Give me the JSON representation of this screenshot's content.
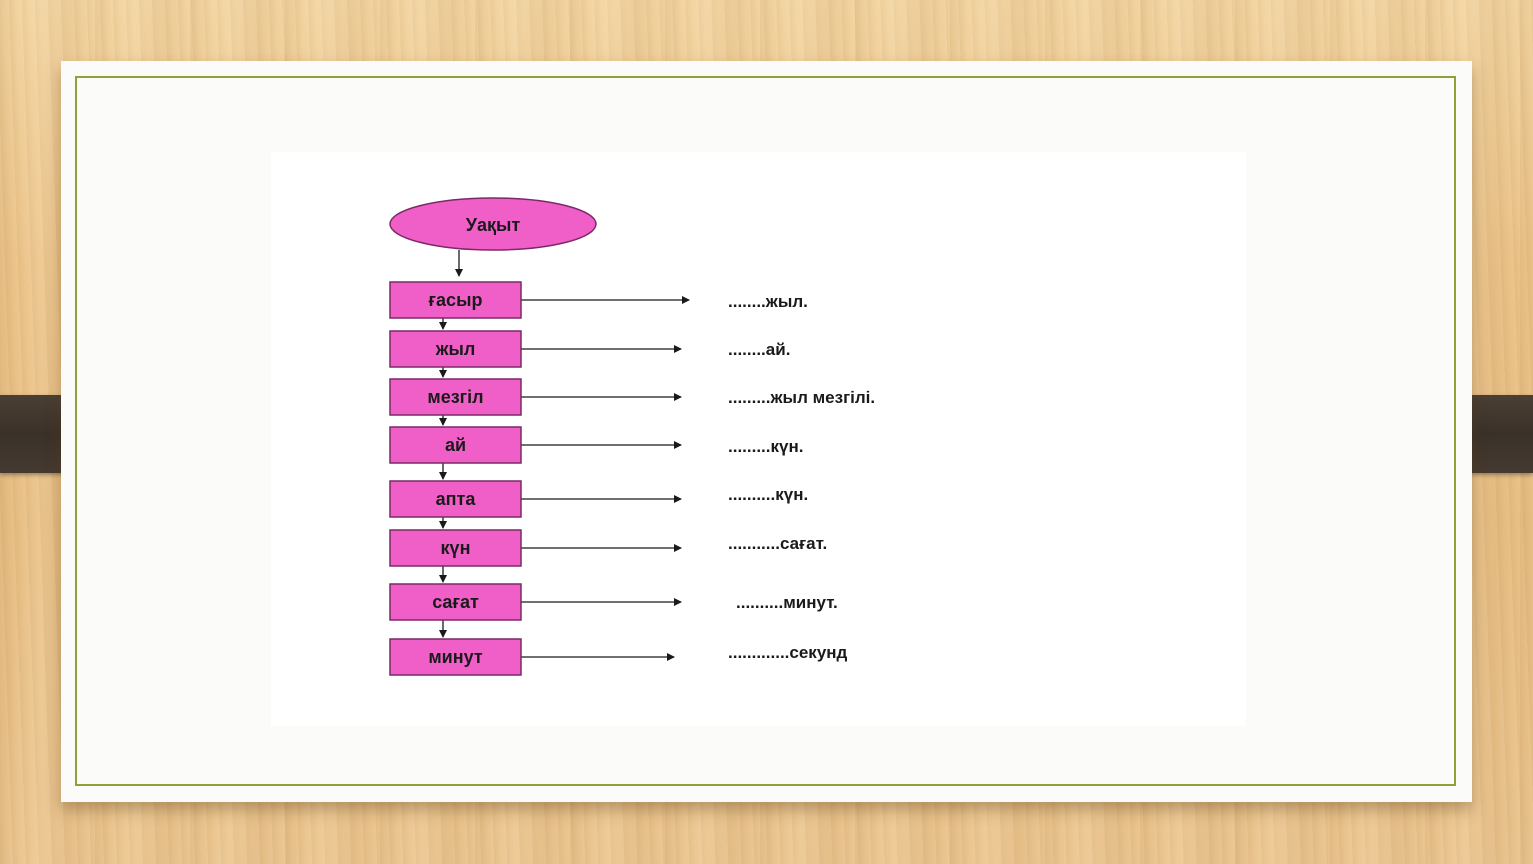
{
  "diagram": {
    "root": "Уақыт",
    "rows": [
      {
        "unit": "ғасыр",
        "answer": "........жыл."
      },
      {
        "unit": "жыл",
        "answer": "........ай."
      },
      {
        "unit": "мезгіл",
        "answer": ".........жыл мезгілі."
      },
      {
        "unit": "ай",
        "answer": ".........күн."
      },
      {
        "unit": "апта",
        "answer": "..........күн."
      },
      {
        "unit": "күн",
        "answer": "...........сағат."
      },
      {
        "unit": "сағат",
        "answer": "..........минут."
      },
      {
        "unit": "минут",
        "answer": ".............секунд"
      }
    ]
  },
  "colors": {
    "node_fill": "#f05fc8",
    "node_stroke": "#7a2a66",
    "connector": "#1a1a1a",
    "frame": "#8ea23a"
  }
}
